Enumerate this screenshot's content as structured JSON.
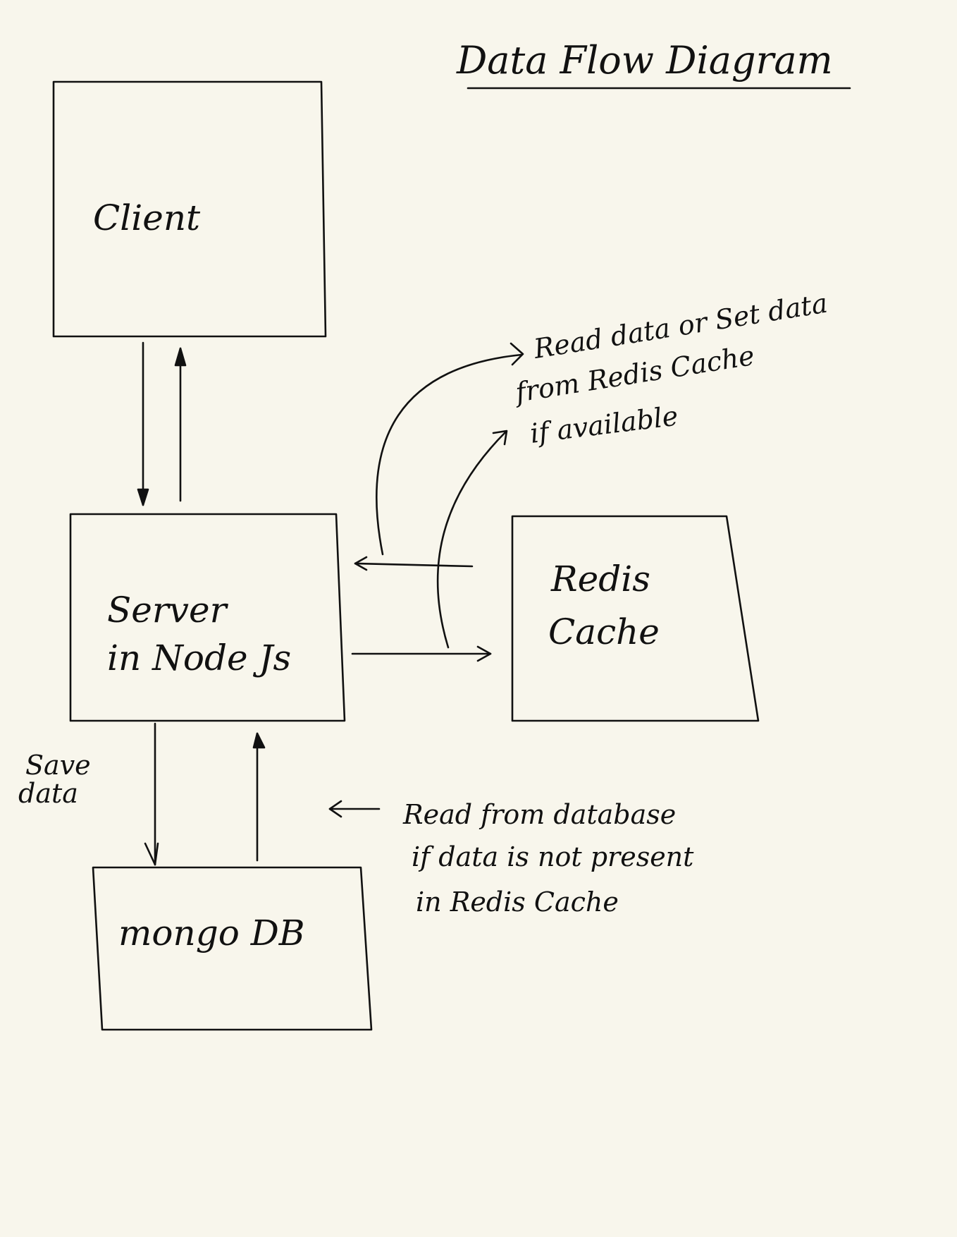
{
  "title": "Data Flow Diagram",
  "nodes": {
    "client": {
      "label": "Client"
    },
    "server": {
      "lines": [
        "Server",
        "in Node Js"
      ]
    },
    "redis": {
      "lines": [
        "Redis",
        "Cache"
      ]
    },
    "mongo": {
      "label": "mongo DB"
    }
  },
  "annotations": {
    "cache_note": [
      "Read data or Set data",
      "from Redis Cache",
      "if available"
    ],
    "save_note": [
      "Save",
      "data"
    ],
    "db_note": [
      "Read from database",
      "if data is not present",
      "in Redis Cache"
    ]
  },
  "colors": {
    "paper": "#f8f6ec",
    "ink": "#111111"
  }
}
